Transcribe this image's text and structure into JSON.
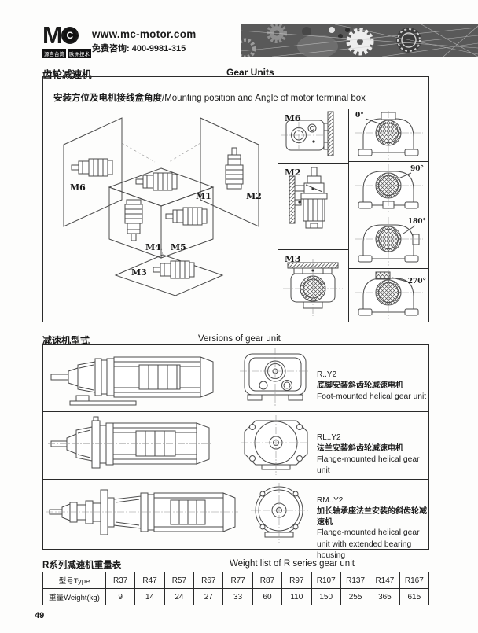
{
  "header": {
    "logo_m": "M",
    "logo_c": "C",
    "logo_sub1": "源自台湾",
    "logo_sub2": "欧洲技术",
    "website": "www.mc-motor.com",
    "hotline": "免费咨询: 400-9981-315"
  },
  "titles": {
    "gear_cn": "齿轮减速机",
    "gear_en": "Gear Units",
    "versions_cn": "减速机型式",
    "versions_en": "Versions  of  gear  unit",
    "weight_cn": "R系列减速机重量表",
    "weight_en": "Weight list of R series gear unit"
  },
  "mounting": {
    "title_cn": "安装方位及电机接线盒角度",
    "title_en": "/Mounting  position and Angle of motor terminal box",
    "iso_labels": [
      "M6",
      "M1",
      "M2",
      "M4",
      "M5",
      "M3"
    ],
    "side_labels": [
      "M6",
      "M2",
      "M3"
    ],
    "angle_labels": [
      "0°",
      "90°",
      "180°",
      "270°"
    ]
  },
  "versions": {
    "rows": [
      {
        "code": "R..Y2",
        "cn": "底脚安装斜齿轮减速电机",
        "en": "Foot-mounted  helical gear unit"
      },
      {
        "code": "RL..Y2",
        "cn": "法兰安装斜齿轮减速电机",
        "en": "Flange-mounted helical gear unit"
      },
      {
        "code": "RM..Y2",
        "cn": "加长轴承座法兰安装的斜齿轮减速机",
        "en": "Flange-mounted helical gear unit with extended bearing housing"
      }
    ]
  },
  "weight_table": {
    "col1_row1": "型号Type",
    "col1_row2": "重量Weight(kg)",
    "types": [
      "R37",
      "R47",
      "R57",
      "R67",
      "R77",
      "R87",
      "R97",
      "R107",
      "R137",
      "R147",
      "R167"
    ],
    "weights": [
      "9",
      "14",
      "24",
      "27",
      "33",
      "60",
      "110",
      "150",
      "255",
      "365",
      "615"
    ]
  },
  "footer": {
    "page_number": "49"
  },
  "colors": {
    "ink": "#1a1a1a",
    "line": "#4a4a4a",
    "banner_gray": "#595959"
  }
}
